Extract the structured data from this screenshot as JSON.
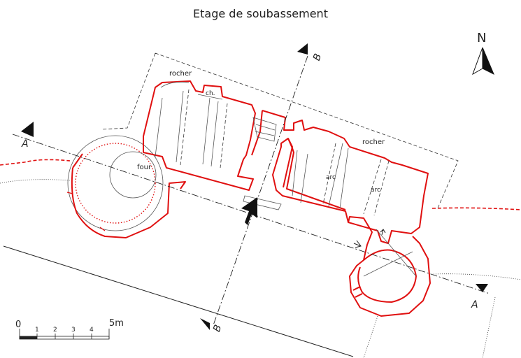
{
  "title": "Etage de soubassement",
  "north": "N",
  "labels": {
    "rocher_1": "rocher",
    "rocher_2": "rocher",
    "ch": "ch.",
    "four": "four",
    "arc_1": "arc",
    "arc_2": "arc"
  },
  "sections": {
    "a_left": "A",
    "a_right": "A",
    "b_top": "B",
    "b_bottom": "B"
  },
  "scale": {
    "start": "0",
    "ticks": [
      "1",
      "2",
      "3",
      "4"
    ],
    "end": "5m"
  },
  "colors": {
    "walls": "#e01010",
    "lines": "#222222"
  }
}
